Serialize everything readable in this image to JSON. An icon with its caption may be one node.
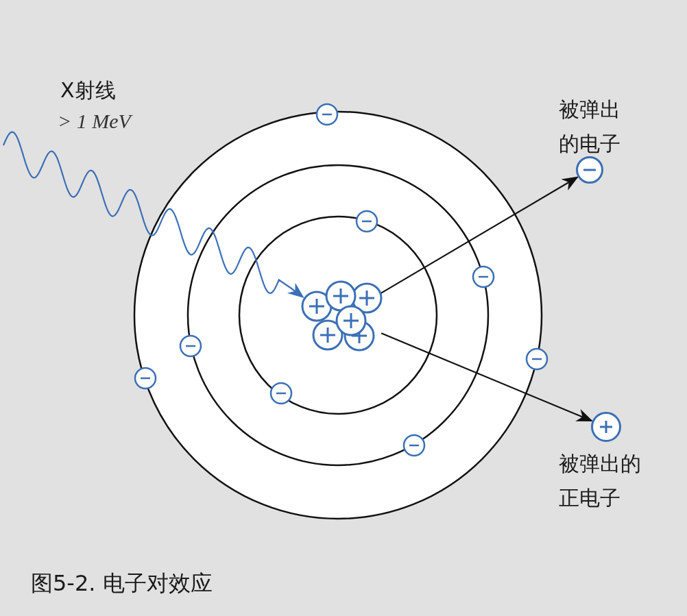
{
  "diagram": {
    "caption": "图5-2. 电子对效应",
    "nodes": [
      {
        "text": [],
        "shape": "circle"
      },
      {
        "text": [],
        "shape": "circle",
        "beside": [
          "被弹出的电子"
        ]
      },
      {
        "text": [],
        "shape": "circle",
        "beside": [
          "被弹出的正电子"
        ]
      }
    ],
    "edges": [
      {
        "from": null,
        "to": 0,
        "arrow": "to",
        "color": "#3b6fb6"
      },
      {
        "from": 0,
        "to": 1,
        "arrow": "to"
      },
      {
        "from": 0,
        "to": 2,
        "arrow": "to"
      }
    ],
    "labels": [
      "X射线",
      "> 1 MeV"
    ]
  }
}
